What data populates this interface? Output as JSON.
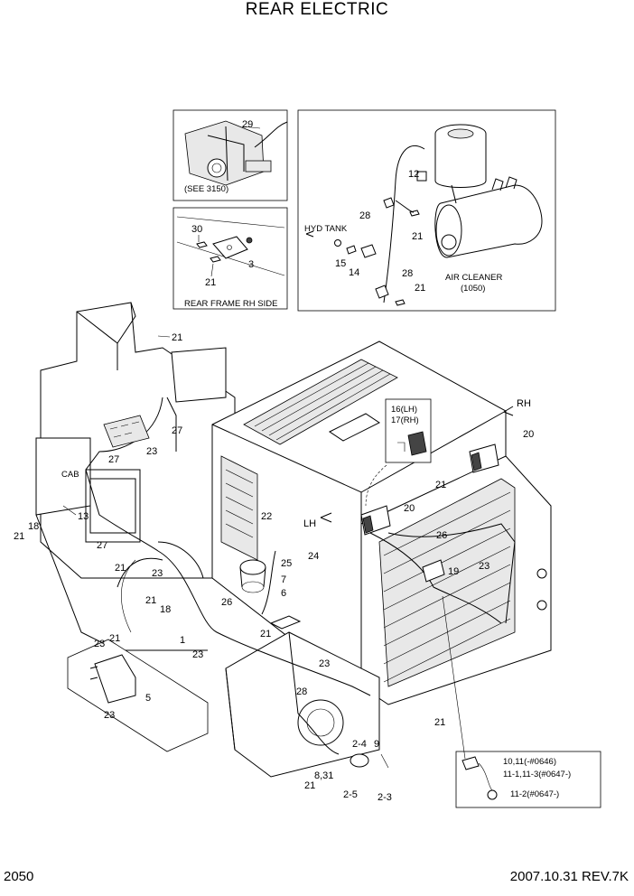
{
  "title": "REAR ELECTRIC",
  "page_number": "2050",
  "revision": "2007.10.31  REV.7K",
  "inset_notes": {
    "pump_ref": "(SEE 3150)",
    "rear_frame": "REAR FRAME RH SIDE",
    "hyd_tank": "HYD TANK",
    "air_cleaner_line1": "AIR CLEANER",
    "air_cleaner_line2": "(1050)"
  },
  "direction_labels": {
    "rh": "RH",
    "lh": "LH",
    "cab": "CAB"
  },
  "lamp_callout": {
    "line1": "16(LH)",
    "line2": "17(RH)"
  },
  "sensor_callout": {
    "line1": "10,11(-#0646)",
    "line2": "11-1,11-3(#0647-)",
    "line3": "11-2(#0647-)"
  },
  "callouts": {
    "c29": "29",
    "c12": "12",
    "c28a": "28",
    "c21a": "21",
    "c30": "30",
    "c3": "3",
    "c21b": "21",
    "c15": "15",
    "c14": "14",
    "c28b": "28",
    "c21c": "21",
    "c21d": "21",
    "c27a": "27",
    "c27b": "27",
    "c23a": "23",
    "c13": "13",
    "c21e": "21",
    "c18a": "18",
    "c27c": "27",
    "c21f": "21",
    "c22": "22",
    "c24": "24",
    "c25": "25",
    "c7": "7",
    "c6": "6",
    "c23b": "23",
    "c21g": "21",
    "c18b": "18",
    "c26a": "26",
    "c20a": "20",
    "c21h": "21",
    "c20b": "20",
    "c26b": "26",
    "c19": "19",
    "c23c": "23",
    "c21i": "21",
    "c23d": "23",
    "c5": "5",
    "c23e": "23",
    "c1": "1",
    "c23f": "23",
    "c21j": "21",
    "c23g": "23",
    "c28c": "28",
    "c24b": "2-4",
    "c9": "9",
    "c21k": "21",
    "c831": "8,31",
    "c21l": "21",
    "c25b": "2-5",
    "c23h": "2-3"
  }
}
